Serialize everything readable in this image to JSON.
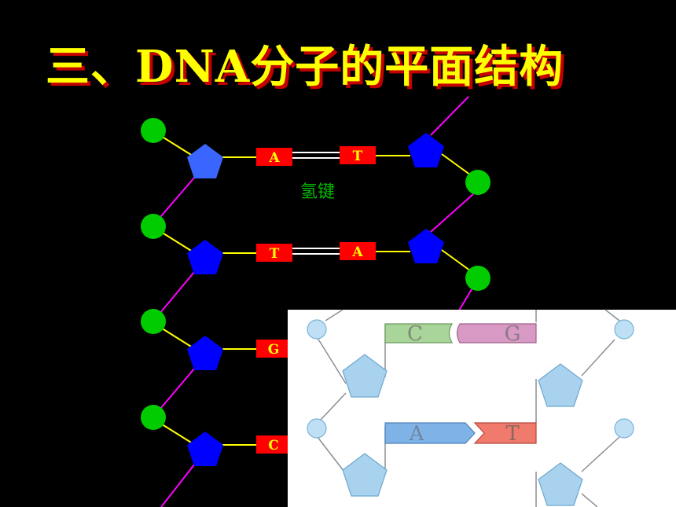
{
  "title": "三、DNA分子的平面结构",
  "hydrogen_bond_label": "氢键",
  "top_diagram": {
    "pairs": [
      {
        "left": "A",
        "right": "T"
      },
      {
        "left": "T",
        "right": "A"
      },
      {
        "left": "G",
        "right": ""
      },
      {
        "left": "C",
        "right": ""
      }
    ]
  },
  "inset_diagram": {
    "pairs": [
      {
        "left": "C",
        "right": "G"
      },
      {
        "left": "A",
        "right": "T"
      }
    ]
  },
  "colors": {
    "background": "#000000",
    "title": "#ffff00",
    "title_shadow": "#c40000",
    "phosphate": "#00cc00",
    "sugar_light": "#3a66ff",
    "sugar": "#0000ff",
    "base_box": "#ff0000",
    "base_text": "#ffff00",
    "backbone_pink": "#ff00ff",
    "backbone_yellow": "#ffff00",
    "hbond_label": "#00bb00",
    "inset_bg": "#ffffff"
  }
}
